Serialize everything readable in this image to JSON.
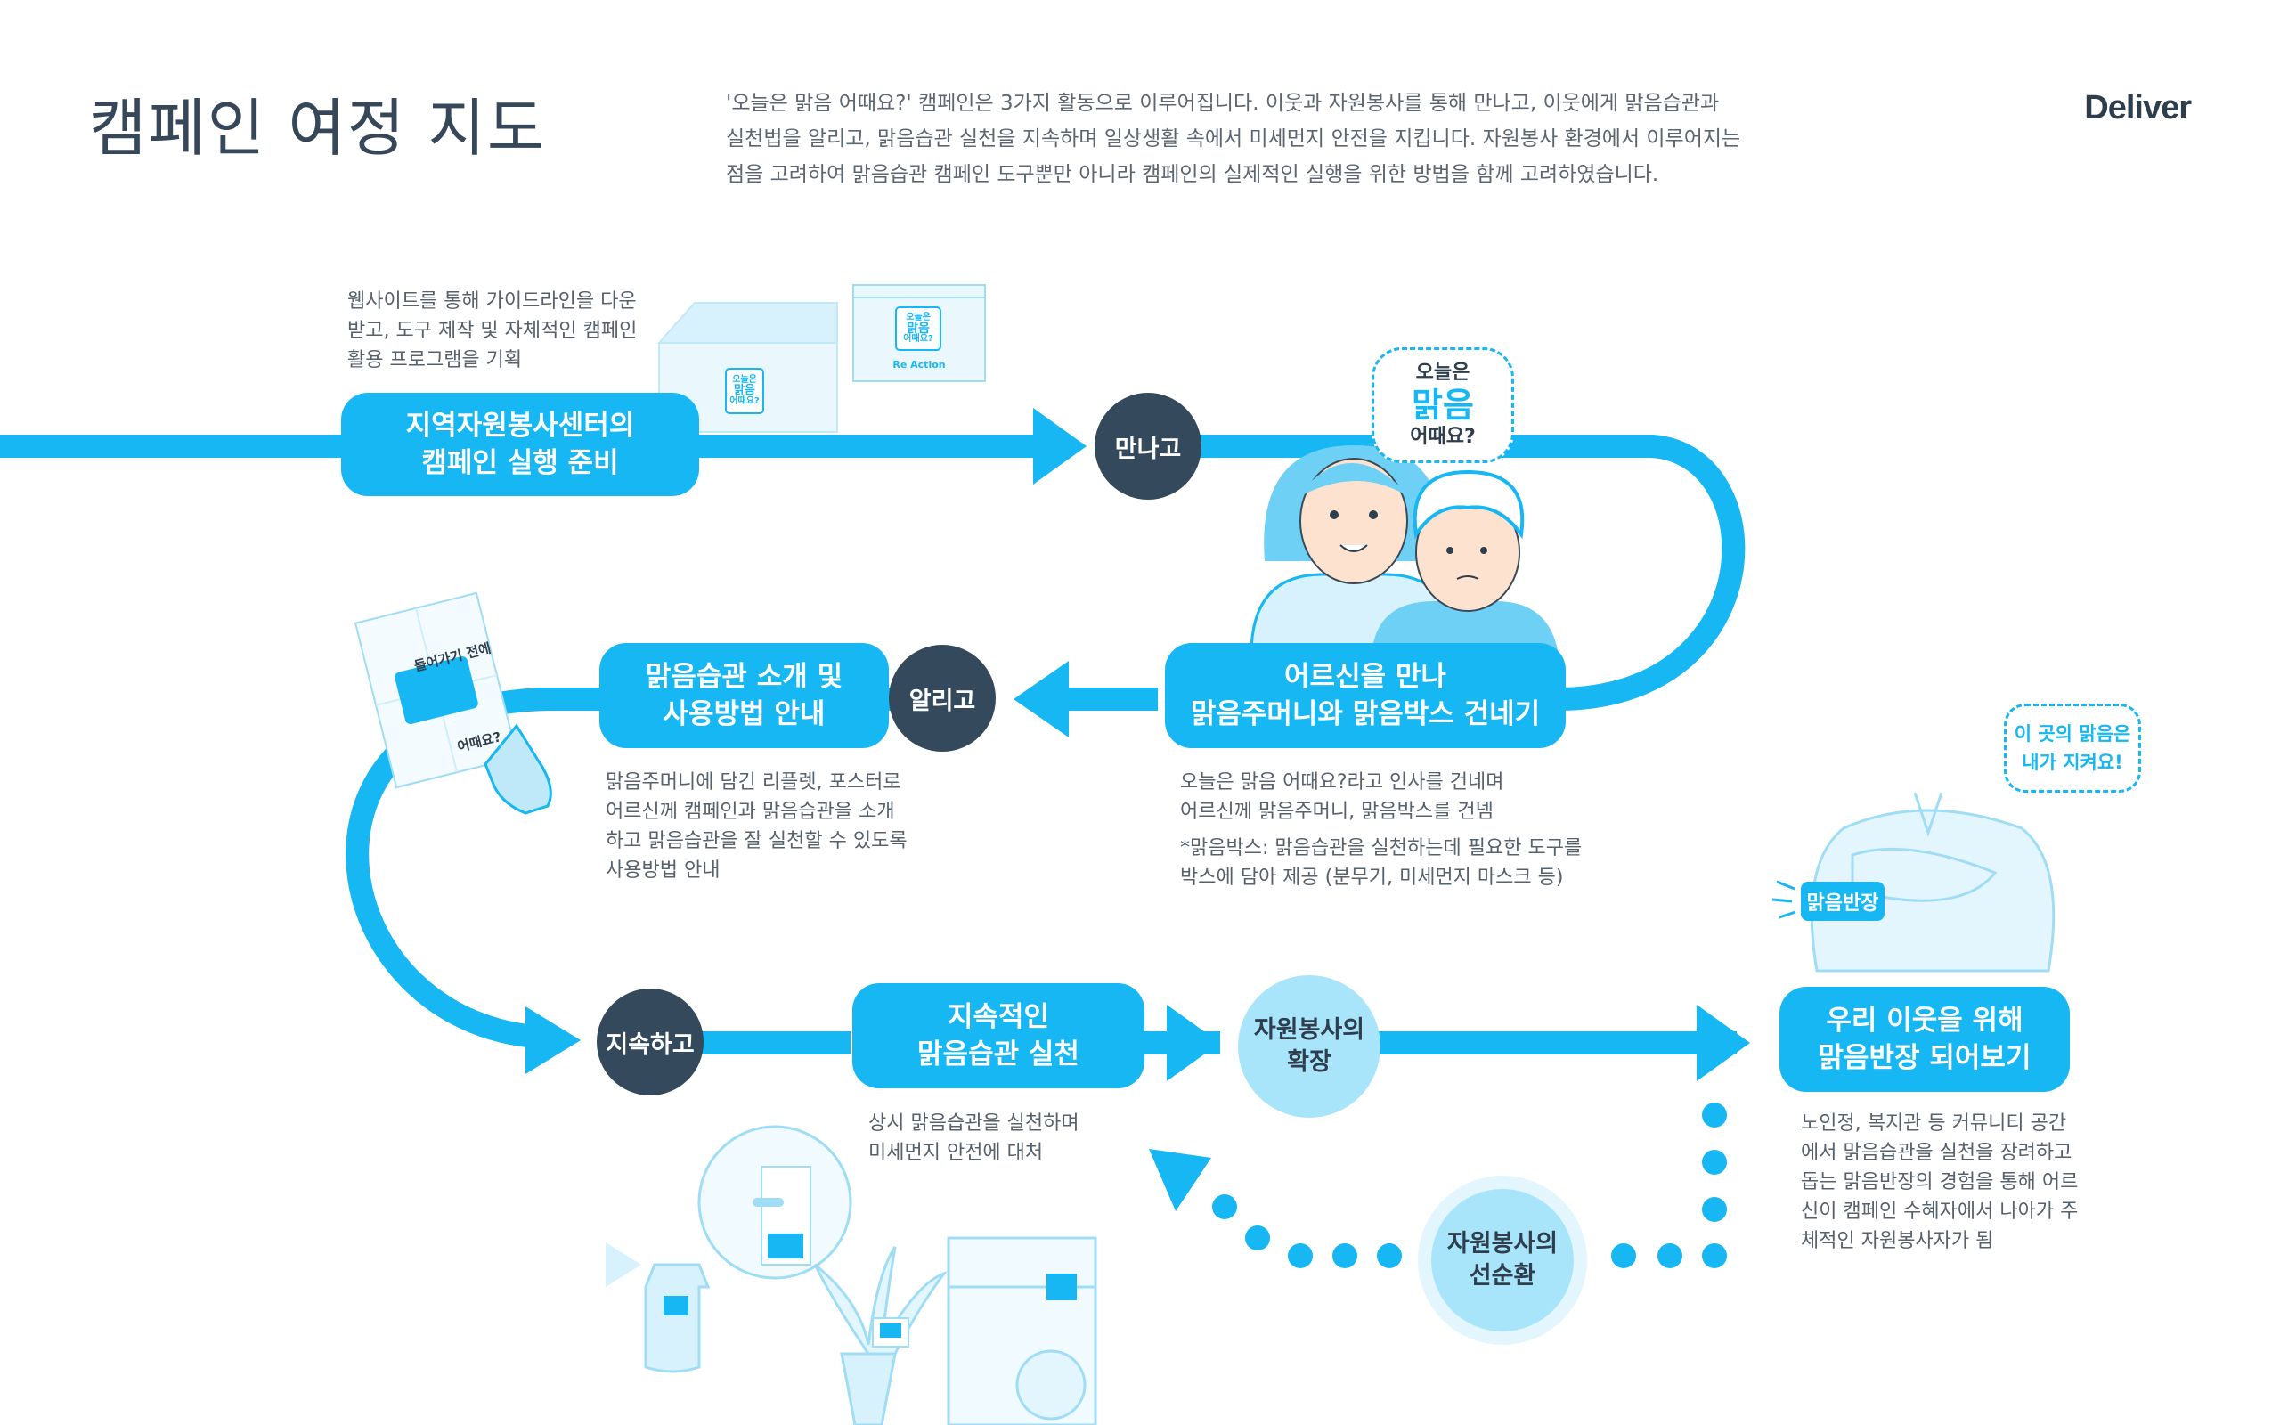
{
  "header": {
    "title": "캠페인 여정 지도",
    "brand": "Deliver",
    "intro_lines": [
      "'오늘은 맑음 어때요?' 캠페인은 3가지 활동으로 이루어집니다. 이웃과 자원봉사를 통해 만나고, 이웃에게 맑음습관과",
      "실천법을 알리고, 맑음습관 실천을 지속하며 일상생활 속에서 미세먼지 안전을 지킵니다. 자원봉사 환경에서 이루어지는",
      "점을 고려하여 맑음습관 캠페인 도구뿐만 아니라 캠페인의 실제적인 실행을 위한 방법을 함께 고려하였습니다."
    ]
  },
  "stages": {
    "prepare": {
      "lines": [
        "지역자원봉사센터의",
        "캠페인 실행 준비"
      ]
    },
    "meet_elder": {
      "lines": [
        "어르신을 만나",
        "맑음주머니와 맑음박스 건네기"
      ]
    },
    "introduce": {
      "lines": [
        "맑음습관 소개 및",
        "사용방법 안내"
      ]
    },
    "practice": {
      "lines": [
        "지속적인",
        "맑음습관 실천"
      ]
    },
    "leader": {
      "lines": [
        "우리 이웃을 위해",
        "맑음반장 되어보기"
      ]
    }
  },
  "verbs": {
    "meet": "만나고",
    "inform": "알리고",
    "sustain": "지속하고"
  },
  "extensions": {
    "expand": {
      "lines": [
        "자원봉사의",
        "확장"
      ]
    },
    "cycle": {
      "lines": [
        "자원봉사의",
        "선순환"
      ]
    }
  },
  "descriptions": {
    "prepare": [
      "웹사이트를 통해 가이드라인을 다운",
      "받고, 도구 제작 및 자체적인 캠페인",
      "활용 프로그램을 기획"
    ],
    "meet_elder": [
      "오늘은 맑음 어때요?라고 인사를 건네며",
      "어르신께 맑음주머니, 맑음박스를 건넴"
    ],
    "meet_elder_note": [
      "*맑음박스: 맑음습관을 실천하는데 필요한 도구를",
      "박스에 담아 제공 (분무기, 미세먼지 마스크 등)"
    ],
    "introduce": [
      "맑음주머니에 담긴 리플렛, 포스터로",
      "어르신께 캠페인과 맑음습관을 소개",
      "하고 맑음습관을 잘 실천할 수 있도록",
      "사용방법 안내"
    ],
    "practice": [
      "상시 맑음습관을 실천하며",
      "미세먼지 안전에 대처"
    ],
    "leader": [
      "노인정, 복지관 등 커뮤니티 공간",
      "에서 맑음습관을 실천을 장려하고",
      "돕는 맑음반장의 경험을 통해 어르",
      "신이 캠페인 수혜자에서 나아가 주",
      "체적인 자원봉사자가 됨"
    ]
  },
  "speech": {
    "greeting": {
      "top": "오늘은",
      "main": "맑음",
      "bottom": "어때요?"
    },
    "pledge": [
      "이 곳의 맑음은",
      "내가 지켜요!"
    ]
  },
  "props": {
    "box_label": [
      "오늘은",
      "맑음",
      "어때요?"
    ],
    "pouch_label": [
      "오늘은",
      "맑음",
      "어때요?"
    ],
    "pouch_caption": "Re Action",
    "poster_top": "들어가기 전에",
    "poster_bottom": "어때요?",
    "badge": "맑음반장"
  },
  "colors": {
    "primary": "#17b7f3",
    "dark": "#34495b",
    "light": "#a8e5fb",
    "pale": "#e3f6fd"
  }
}
